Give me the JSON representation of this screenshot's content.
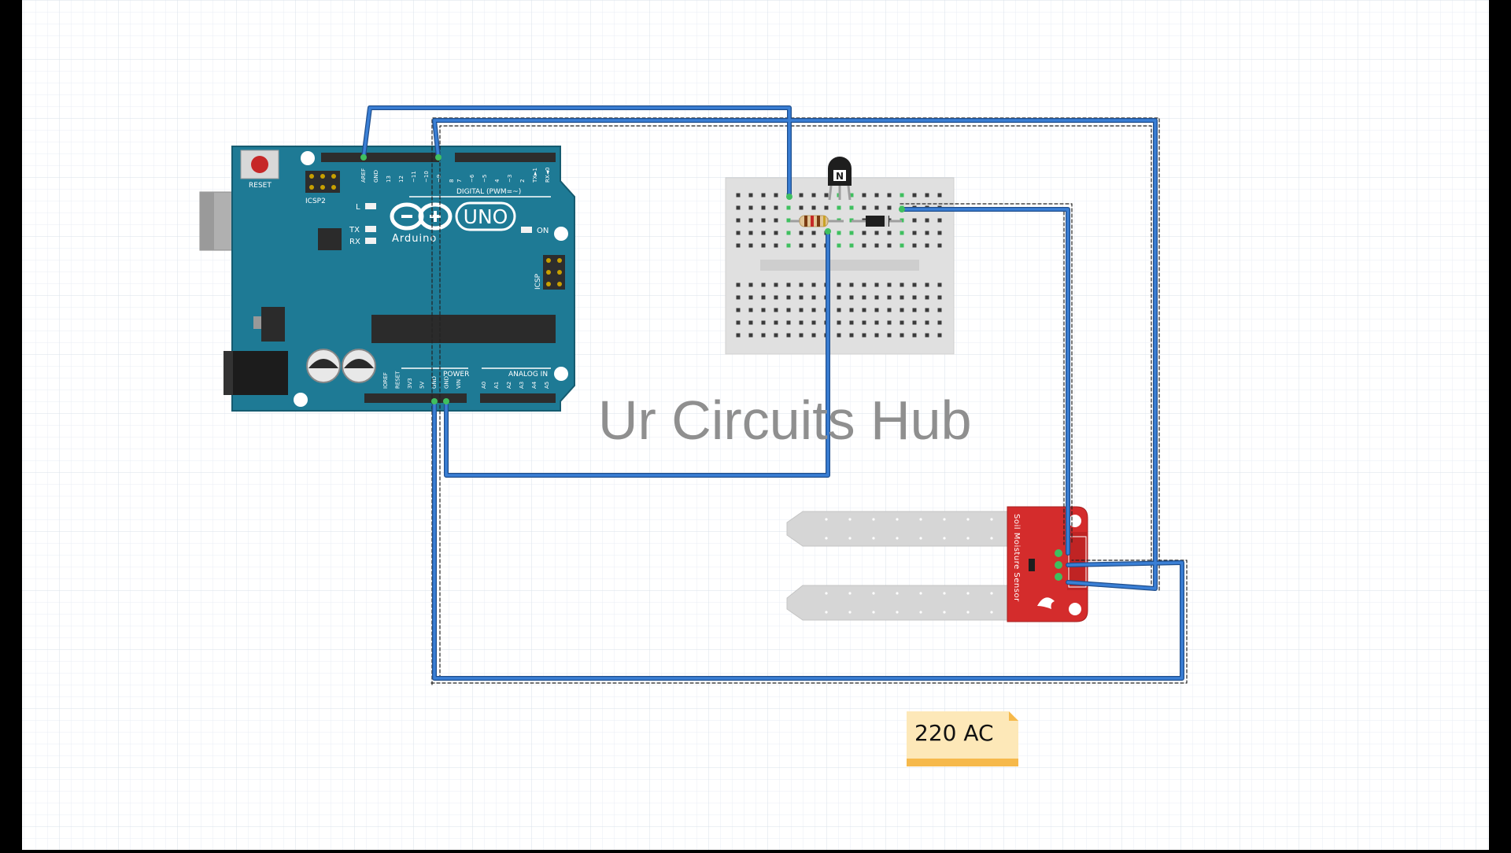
{
  "watermark": "Ur Circuits Hub",
  "note": {
    "text": "220  AC"
  },
  "arduino": {
    "logo": "UNO",
    "brand": "Arduino",
    "reset_label": "RESET",
    "icsp2_label": "ICSP2",
    "icsp_label": "ICSP",
    "l_label": "L",
    "tx_label": "TX",
    "rx_label": "RX",
    "on_label": "ON",
    "digital_label": "DIGITAL (PWM=~)",
    "power_label": "POWER",
    "analog_label": "ANALOG IN",
    "top_pins": [
      "AREF",
      "GND",
      "13",
      "12",
      "~11",
      "~10",
      "~9",
      "8",
      "7",
      "~6",
      "~5",
      "4",
      "~3",
      "2",
      "TX►1",
      "RX◄0"
    ],
    "power_pins": [
      "IOREF",
      "RESET",
      "3V3",
      "5V",
      "GND",
      "GND",
      "VIN"
    ],
    "analog_pins": [
      "A0",
      "A1",
      "A2",
      "A3",
      "A4",
      "A5"
    ]
  },
  "transistor": {
    "label": "N"
  },
  "sensor": {
    "label": "Soil Moisture Sensor"
  },
  "colors": {
    "background": "#ffffff",
    "grid": "#e3eaf1",
    "wire": "#3a7fd5",
    "arduino_board": "#1e7a95",
    "sensor_board": "#d42c2c",
    "breadboard": "#e0e0e0",
    "note": "#fde8b8",
    "note_bar": "#f6b94b"
  }
}
